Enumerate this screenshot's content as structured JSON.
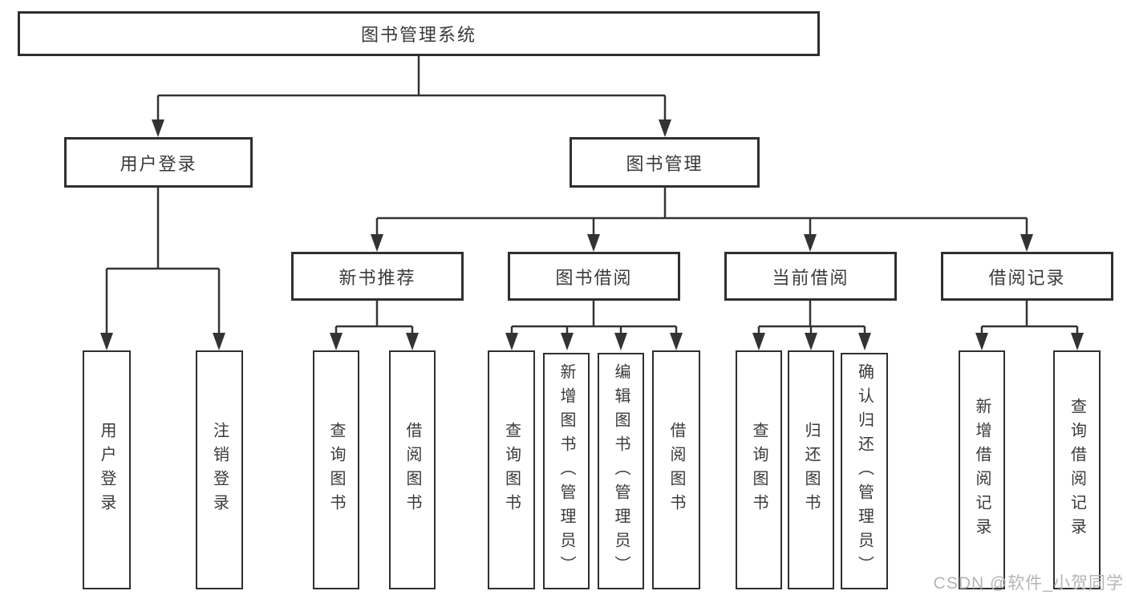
{
  "colors": {
    "background": "#ffffff",
    "line": "#333333",
    "box_border": "#2f2f2f",
    "text": "#3a3a3a",
    "watermark": "#b5b5b5"
  },
  "watermark": "CSDN @软件_小贺同学",
  "diagram": {
    "root": "图书管理系统",
    "branches": [
      {
        "label": "用户登录",
        "children": [
          "用户登录",
          "注销登录"
        ]
      },
      {
        "label": "图书管理",
        "groups": [
          {
            "label": "新书推荐",
            "children": [
              "查询图书",
              "借阅图书"
            ]
          },
          {
            "label": "图书借阅",
            "children": [
              "查询图书",
              "新增图书（管理员）",
              "编辑图书（管理员）",
              "借阅图书"
            ]
          },
          {
            "label": "当前借阅",
            "children": [
              "查询图书",
              "归还图书",
              "确认归还（管理员）"
            ]
          },
          {
            "label": "借阅记录",
            "children": [
              "新增借阅记录",
              "查询借阅记录"
            ]
          }
        ]
      }
    ]
  }
}
